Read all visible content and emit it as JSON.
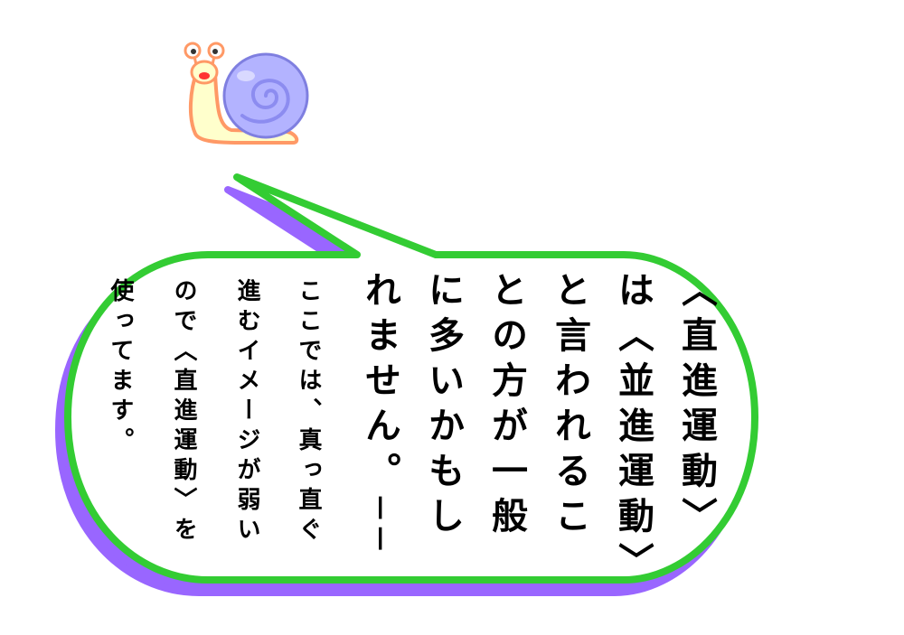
{
  "illustration": {
    "character": "snail-icon",
    "colors": {
      "shell": "#b3b3ff",
      "shell_outline": "#7f7fe0",
      "body": "#ffffcc",
      "body_outline": "#ff9966",
      "bubble_fill": "#ffffff",
      "bubble_stroke": "#33cc33",
      "bubble_shadow": "#9966ff"
    }
  },
  "speech": {
    "columns": [
      "〈直進運動〉",
      "は〈並進運動〉",
      "と言われるこ",
      "との方が一般",
      "に多いかもし",
      "れません。──",
      "ここでは、真っ直ぐ",
      "進むイメージが弱い",
      "ので〈直進運動〉を",
      "使ってます。"
    ]
  }
}
